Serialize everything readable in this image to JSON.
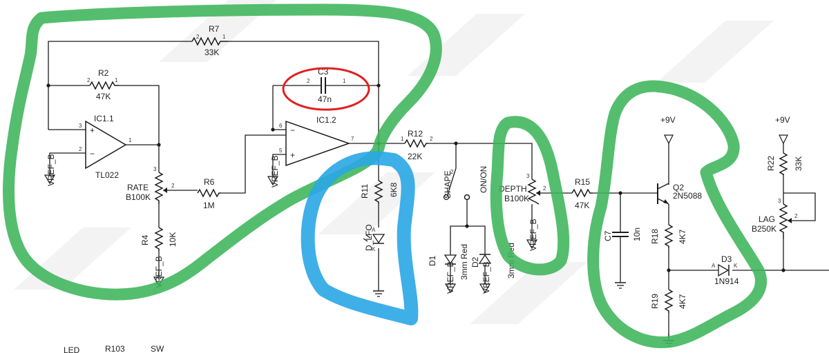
{
  "components": {
    "r7": {
      "ref": "R7",
      "value": "33K"
    },
    "r2": {
      "ref": "R2",
      "value": "47K"
    },
    "c3": {
      "ref": "C3",
      "value": "47n"
    },
    "ic11": {
      "ref": "IC1.1",
      "part": "TL022"
    },
    "ic12": {
      "ref": "IC1.2"
    },
    "rate": {
      "ref": "RATE",
      "value": "B100K"
    },
    "r6": {
      "ref": "R6",
      "value": "1M"
    },
    "r4": {
      "ref": "R4",
      "value": "10K"
    },
    "r12": {
      "ref": "R12",
      "value": "22K"
    },
    "r11": {
      "ref": "R11",
      "value": "6K8"
    },
    "dlfo": {
      "ref": "D_LFO"
    },
    "shape": {
      "ref": "SHAPE"
    },
    "onon": {
      "ref": "ON/ON"
    },
    "d1": {
      "ref": "D1",
      "value": "3mm Red"
    },
    "d2": {
      "ref": "D2",
      "value": "3mm Red"
    },
    "depth": {
      "ref": "DEPTH",
      "value": "B100K"
    },
    "r15": {
      "ref": "R15",
      "value": "47K"
    },
    "c7": {
      "ref": "C7",
      "value": "10n"
    },
    "q2": {
      "ref": "Q2",
      "value": "2N5088"
    },
    "r18": {
      "ref": "R18",
      "value": "4K7"
    },
    "r19": {
      "ref": "R19",
      "value": "4K7"
    },
    "d3": {
      "ref": "D3",
      "value": "1N914"
    },
    "r22": {
      "ref": "R22",
      "value": "33K"
    },
    "lag": {
      "ref": "LAG",
      "value": "B250K"
    }
  },
  "nets": {
    "vref": "VREF_B",
    "vcc": "+9V"
  },
  "footer": {
    "led": "LED",
    "r103": "R103",
    "sw": "SW"
  },
  "annotations": [
    {
      "shape": "freehand-loop",
      "color": "#3cb55a",
      "region": "feedback-and-rate"
    },
    {
      "shape": "freehand-loop",
      "color": "#3cb55a",
      "region": "depth"
    },
    {
      "shape": "freehand-loop",
      "color": "#3cb55a",
      "region": "lag-transistor"
    },
    {
      "shape": "freehand-loop",
      "color": "#2aa6e6",
      "region": "lfo-led"
    },
    {
      "shape": "ellipse",
      "color": "#e02020",
      "region": "c3"
    }
  ]
}
